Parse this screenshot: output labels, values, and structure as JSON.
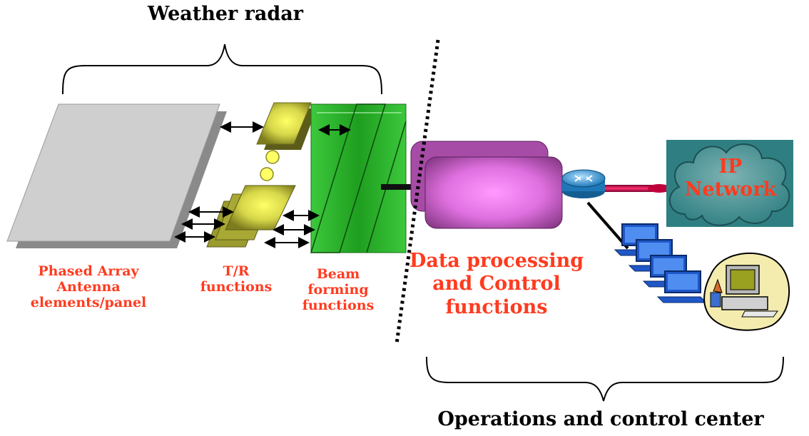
{
  "labels": {
    "weather_radar": "Weather radar",
    "operations_center": "Operations and control center",
    "phased_array": [
      "Phased Array",
      "Antenna",
      "elements/panel"
    ],
    "tr_functions": [
      "T/R",
      "functions"
    ],
    "beam_forming": [
      "Beam",
      "forming",
      "functions"
    ],
    "data_processing": [
      "Data processing",
      "and Control",
      "functions"
    ],
    "ip_network": [
      "IP",
      "Network"
    ]
  },
  "colors": {
    "label_red": "#ff3b1f",
    "panel_gray": "#cfcfcf",
    "tr_module": "#b5b53a",
    "beam_green": "#2db82d",
    "processor_purple": "#a64ca6",
    "cloud_teal": "#2f7f82",
    "router_blue": "#1e90d0",
    "link_red": "#c0003c"
  },
  "icons": {
    "router": "router-icon",
    "workstations": "computer-workstation-icon",
    "cloud": "cloud-icon"
  }
}
